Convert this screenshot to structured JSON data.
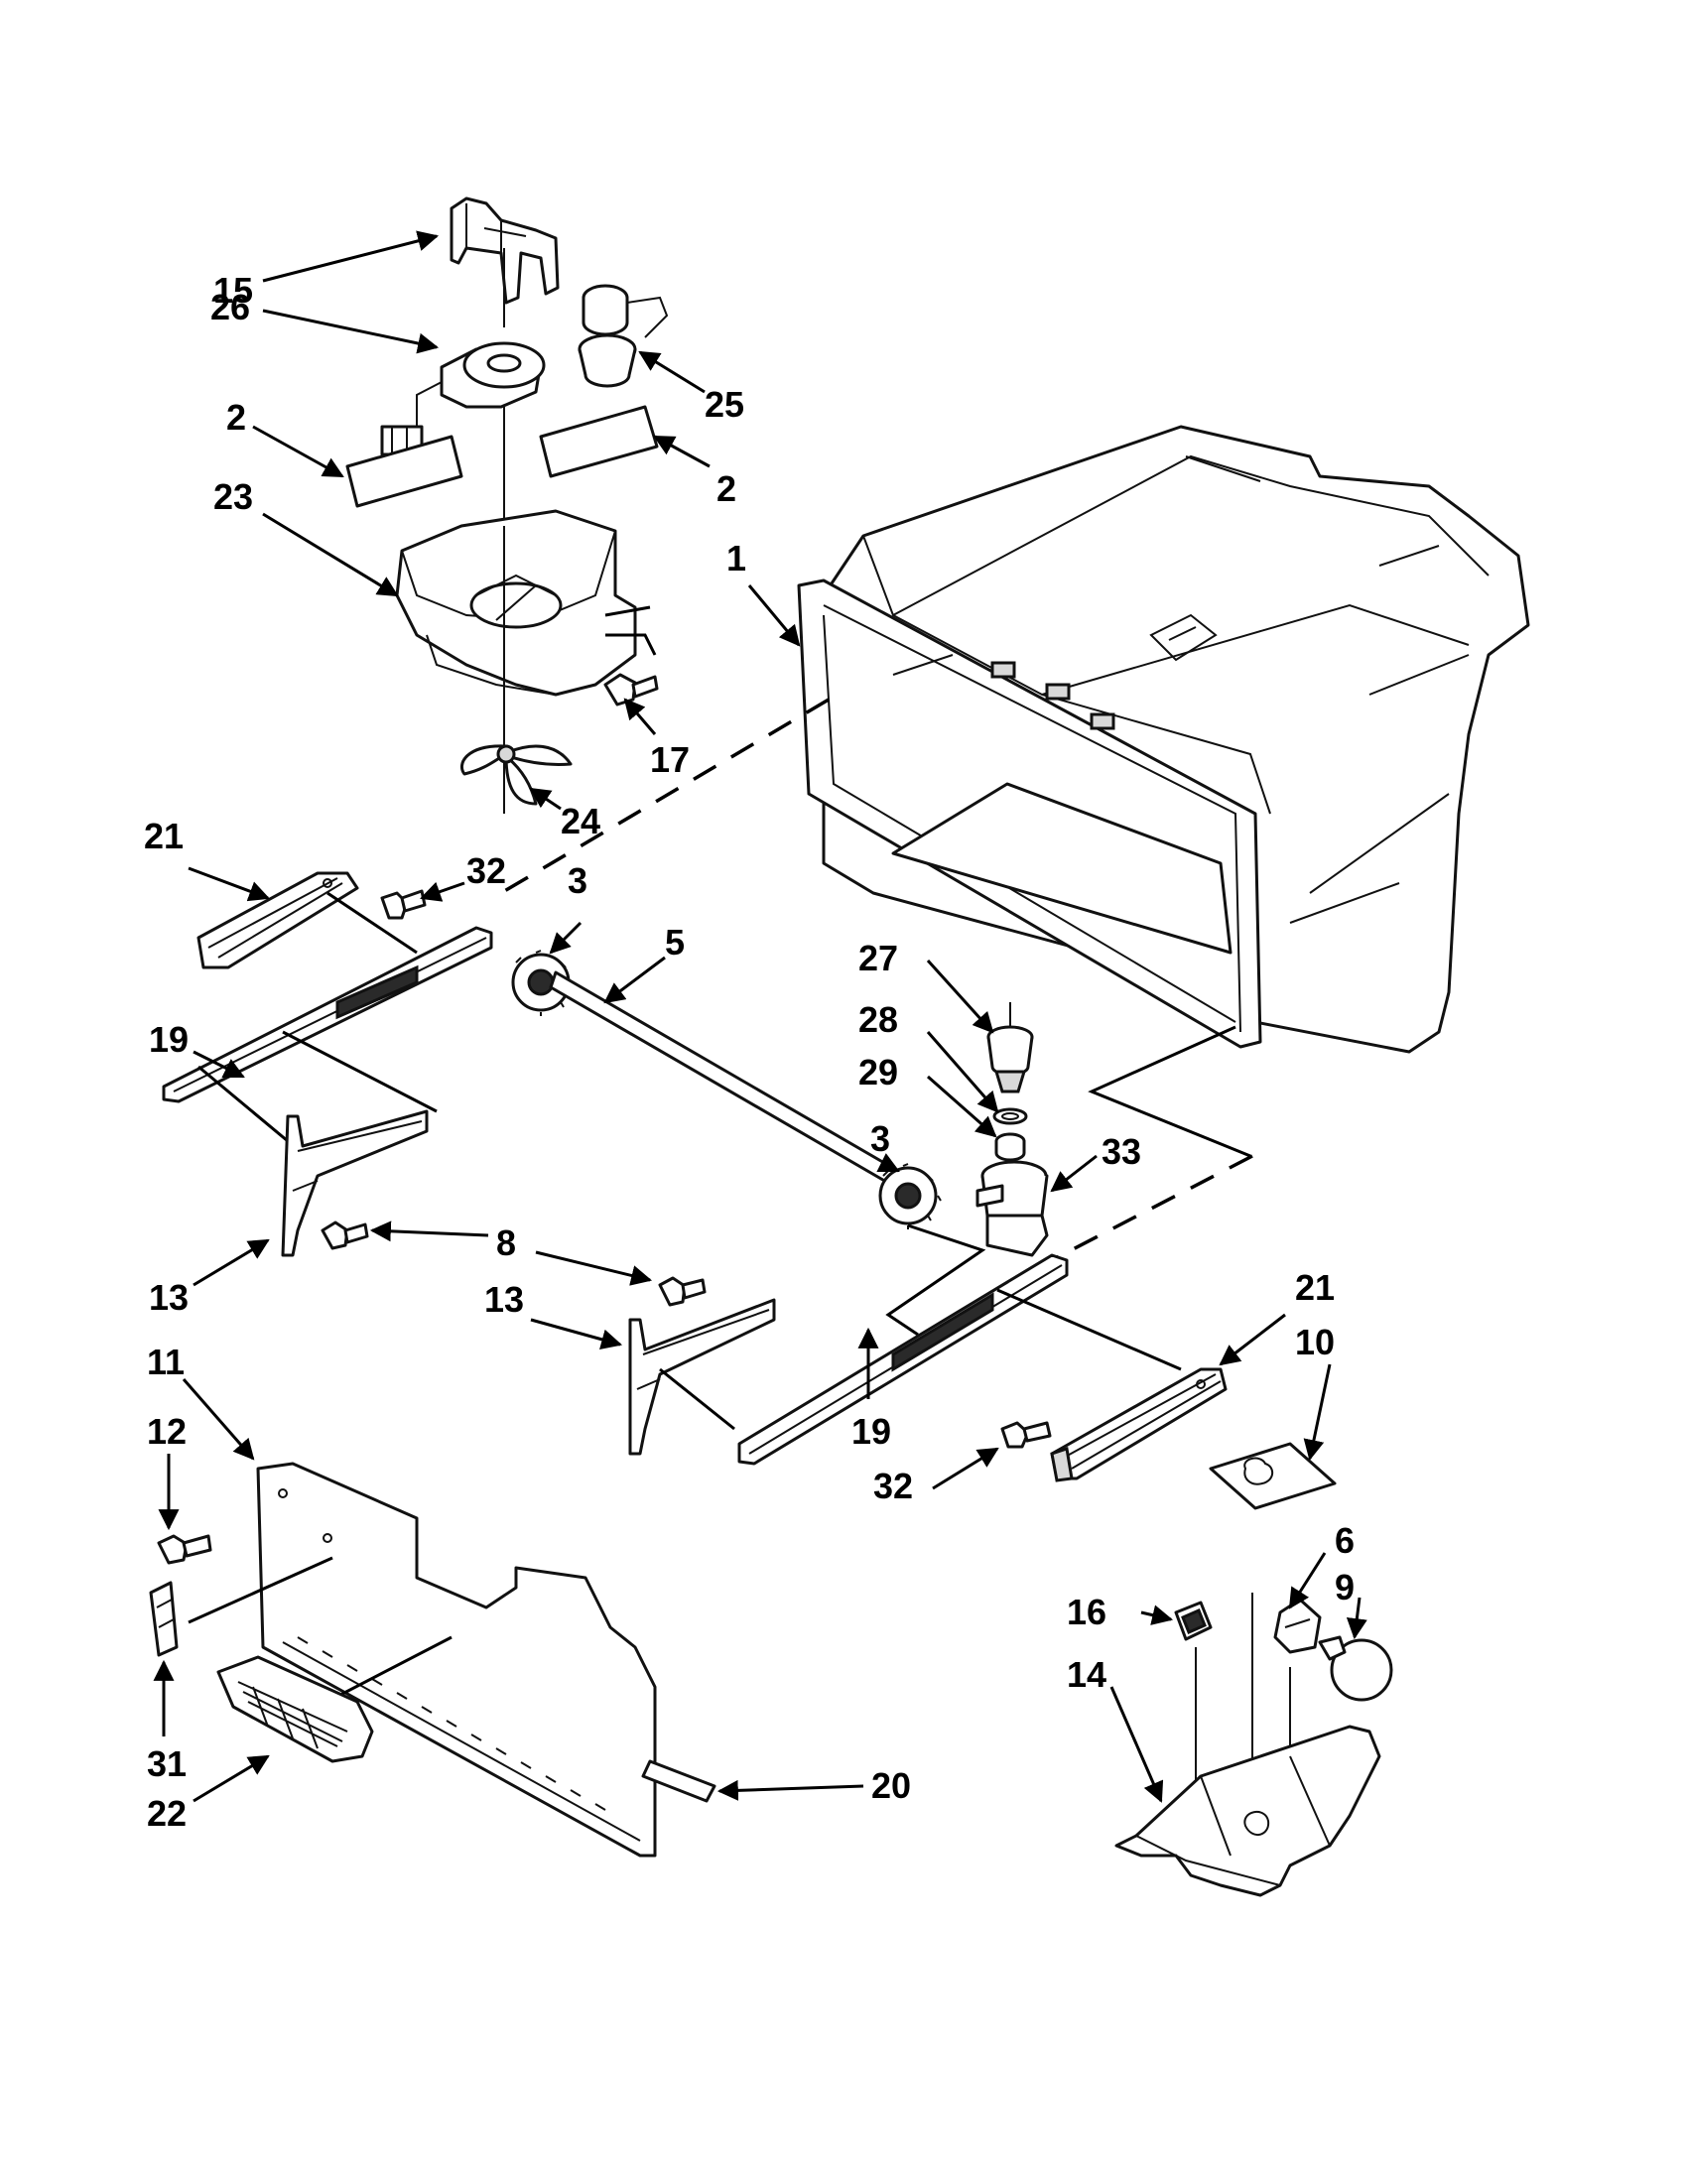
{
  "colors": {
    "ink": "#111111",
    "paper": "#ffffff",
    "shade": "#d9d9d9"
  },
  "callouts": {
    "c15": "15",
    "c26": "26",
    "c25": "25",
    "c2a": "2",
    "c2b": "2",
    "c23": "23",
    "c1": "1",
    "c17": "17",
    "c24": "24",
    "c21a": "21",
    "c32a": "32",
    "c3a": "3",
    "c5": "5",
    "c19a": "19",
    "c27": "27",
    "c28": "28",
    "c29": "29",
    "c3b": "3",
    "c33": "33",
    "c13a": "13",
    "c8": "8",
    "c13b": "13",
    "c21b": "21",
    "c10": "10",
    "c11": "11",
    "c12": "12",
    "c19b": "19",
    "c32b": "32",
    "c6": "6",
    "c9": "9",
    "c16": "16",
    "c14": "14",
    "c31": "31",
    "c22": "22",
    "c20": "20"
  }
}
